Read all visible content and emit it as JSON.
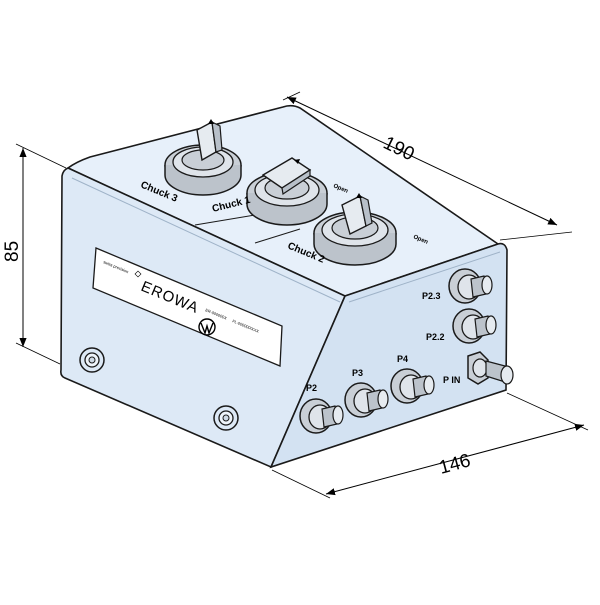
{
  "dimensions": {
    "width": "190",
    "height": "85",
    "depth": "146"
  },
  "chucks": {
    "chuck1": "Chuck 1",
    "chuck2": "Chuck 2",
    "chuck3": "Chuck 3",
    "open1": "Open",
    "open2": "Open"
  },
  "nameplate": {
    "tagline": "swiss precision",
    "brand": "EROWA",
    "code1": "ER-000000X",
    "code2": "FL-000000/XXX"
  },
  "ports": {
    "p2": "P2",
    "p3": "P3",
    "p4": "P4",
    "p23": "P2.3",
    "p22": "P2.2",
    "pin": "P IN"
  },
  "colors": {
    "body_front": "#dde9f6",
    "body_top": "#e7f0fa",
    "body_side": "#d3e2f2",
    "outline": "#1a1a1a",
    "fitting": "#c9cfd6"
  }
}
